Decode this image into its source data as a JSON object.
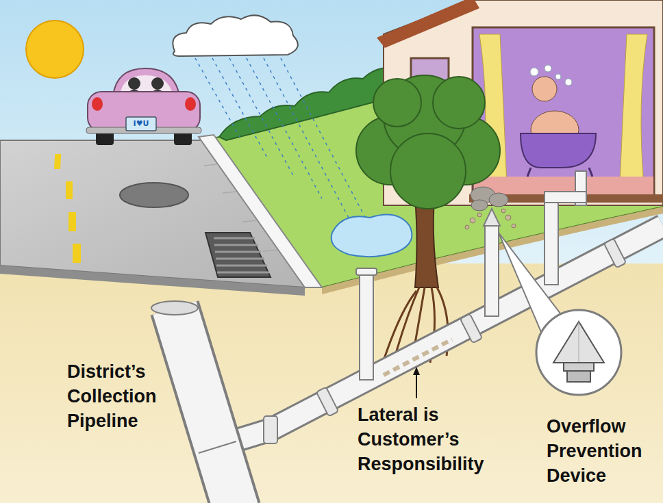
{
  "diagram": {
    "labels": [
      "I♥U",
      "District’s Collection Pipeline",
      "Lateral is Customer’s Responsibility",
      "Overflow Prevention Device"
    ]
  }
}
